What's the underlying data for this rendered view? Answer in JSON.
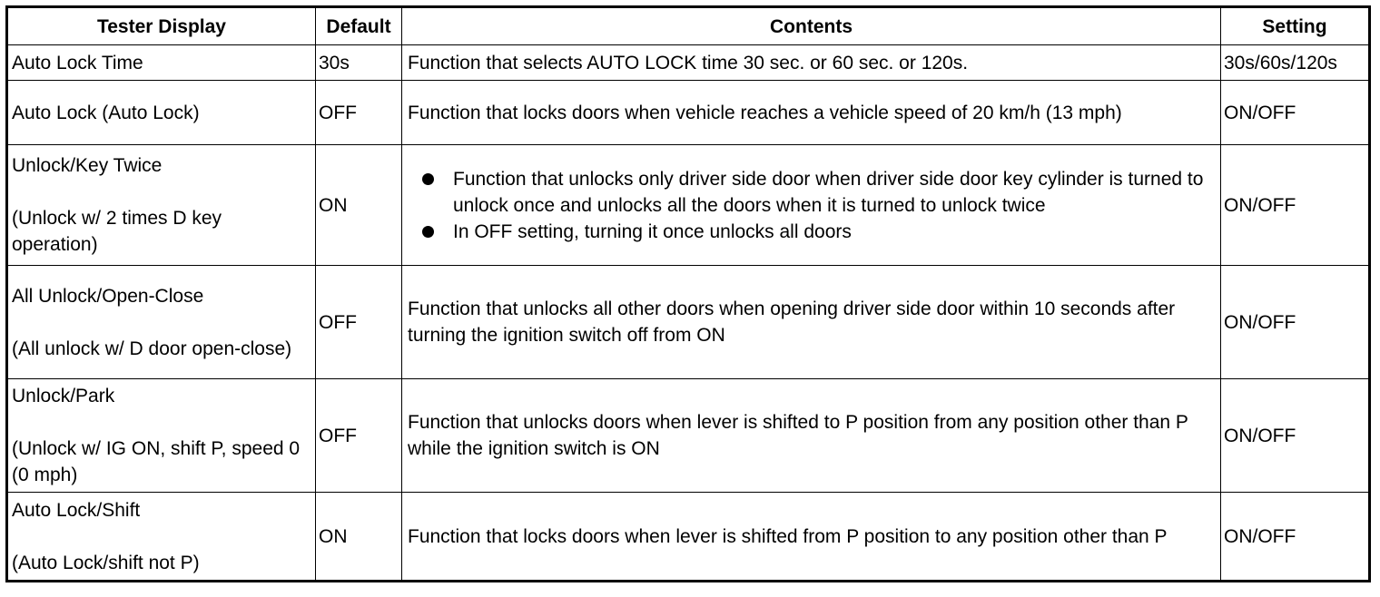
{
  "table": {
    "headers": {
      "tester_display": "Tester Display",
      "default": "Default",
      "contents": "Contents",
      "setting": "Setting"
    },
    "rows": [
      {
        "tester_display": "Auto Lock Time",
        "default": "30s",
        "contents": "Function that selects AUTO LOCK time 30 sec. or 60 sec. or 120s.",
        "setting": "30s/60s/120s"
      },
      {
        "tester_display": "Auto Lock (Auto Lock)",
        "default": "OFF",
        "contents": "Function that locks doors when vehicle reaches a vehicle speed of 20 km/h (13 mph)",
        "setting": "ON/OFF"
      },
      {
        "tester_display": "Unlock/Key Twice",
        "tester_display_sub": "(Unlock w/ 2 times D key operation)",
        "default": "ON",
        "contents_bullets": [
          "Function that unlocks only driver side door when driver side door key cylinder is turned to unlock once and unlocks all the doors when it is turned to unlock twice",
          "In OFF setting, turning it once unlocks all doors"
        ],
        "setting": "ON/OFF"
      },
      {
        "tester_display": "All Unlock/Open-Close",
        "tester_display_sub": "(All unlock w/ D door open-close)",
        "default": "OFF",
        "contents": "Function that unlocks all other doors when opening driver side door within 10 seconds after turning the ignition switch off from ON",
        "setting": "ON/OFF"
      },
      {
        "tester_display": "Unlock/Park",
        "tester_display_sub": "(Unlock w/ IG ON, shift P, speed 0 (0 mph)",
        "default": "OFF",
        "contents": "Function that unlocks doors when lever is shifted to P position from any position other than P while the ignition switch is ON",
        "setting": "ON/OFF"
      },
      {
        "tester_display": "Auto Lock/Shift",
        "tester_display_sub": "(Auto Lock/shift not P)",
        "default": "ON",
        "contents": "Function that locks doors when lever is shifted from P position to any position other than P",
        "setting": "ON/OFF"
      }
    ]
  }
}
